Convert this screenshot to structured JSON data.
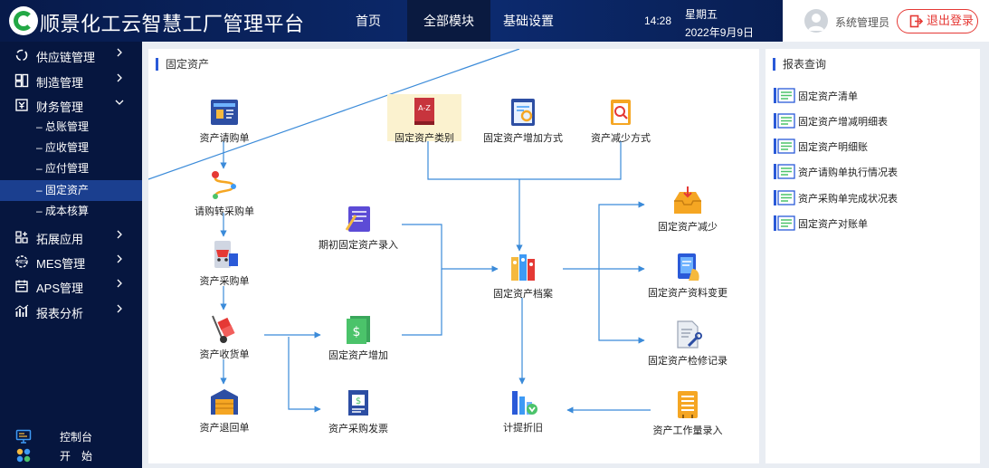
{
  "header": {
    "app_title": "顺景化工云智慧工厂管理平台",
    "nav": {
      "home": "首页",
      "all_modules": "全部模块",
      "basic_settings": "基础设置"
    },
    "time": "14:28",
    "weekday": "星期五",
    "date": "2022年9月9日",
    "user_name": "系统管理员",
    "logout": "退出登录"
  },
  "sidebar": {
    "supply_chain": "供应链管理",
    "manufacturing": "制造管理",
    "finance": "财务管理",
    "finance_sub": [
      "总账管理",
      "应收管理",
      "应付管理",
      "固定资产",
      "成本核算"
    ],
    "active_sub": "固定资产",
    "extensions": "拓展应用",
    "mes": "MES管理",
    "aps": "APS管理",
    "reports": "报表分析",
    "console": "控制台",
    "start": "开　始"
  },
  "main": {
    "title": "固定资产",
    "nodes": {
      "purchase_request": "资产请购单",
      "request_to_po": "请购转采购单",
      "purchase_order": "资产采购单",
      "receipt": "资产收货单",
      "return": "资产退回单",
      "initial_entry": "期初固定资产录入",
      "asset_increase": "固定资产增加",
      "purchase_invoice": "资产采购发票",
      "category": "固定资产类别",
      "increase_method": "固定资产增加方式",
      "decrease_method": "资产减少方式",
      "archive": "固定资产档案",
      "depreciation": "计提折旧",
      "asset_decrease": "固定资产减少",
      "info_change": "固定资产资料变更",
      "maintenance": "固定资产检修记录",
      "workload_entry": "资产工作量录入"
    }
  },
  "reports": {
    "title": "报表查询",
    "items": [
      "固定资产清单",
      "固定资产增减明细表",
      "固定资产明细账",
      "资产请购单执行情况表",
      "资产采购单完成状况表",
      "固定资产对账单"
    ]
  },
  "colors": {
    "header_bg": "#0c2a6e",
    "sidebar_bg": "#06163f",
    "active_sub": "#1b3f8f",
    "accent": "#2a5ad8",
    "logout": "#e53935",
    "flow_line": "#3b8bd9"
  }
}
